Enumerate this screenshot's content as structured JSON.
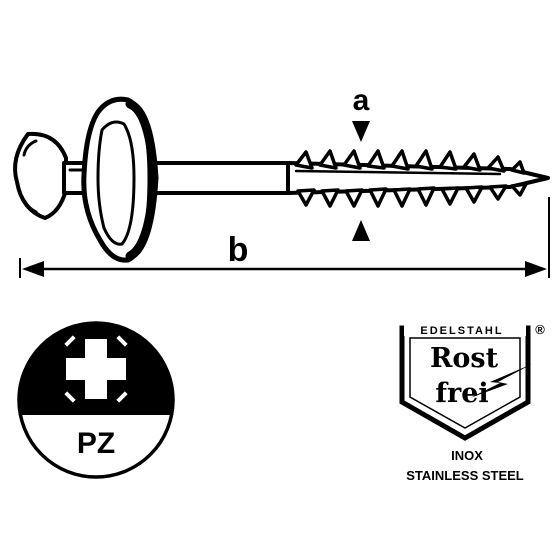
{
  "screw_drawing": {
    "dimension_a": "a",
    "dimension_b": "b"
  },
  "drive_badge": {
    "drive_type": "PZ"
  },
  "material_badge": {
    "top_text": "EDELSTAHL",
    "registered_mark": "®",
    "word_1": "Rost",
    "word_2": "frei",
    "line_1": "INOX",
    "line_2": "STAINLESS STEEL"
  },
  "colors": {
    "ink": "#000000",
    "paper": "#ffffff"
  }
}
